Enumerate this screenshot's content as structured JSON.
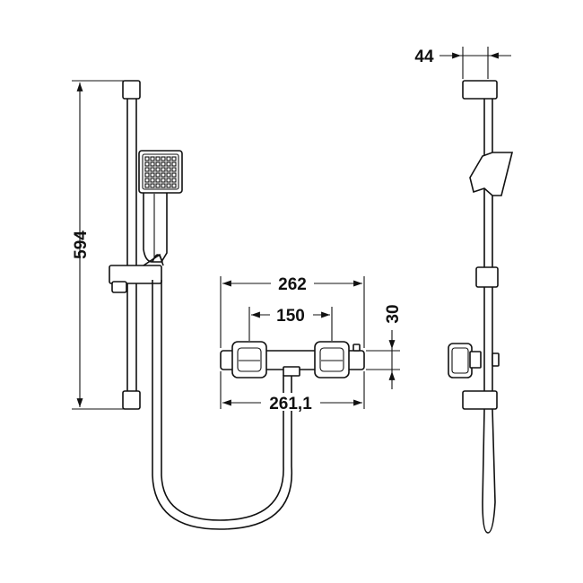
{
  "dimensions": {
    "overall_height": "594",
    "valve_width": "262",
    "valve_centres": "150",
    "valve_depth_height": "30",
    "valve_overall": "261,1",
    "rail_depth": "44"
  },
  "colors": {
    "line": "#111111",
    "background": "#ffffff"
  }
}
